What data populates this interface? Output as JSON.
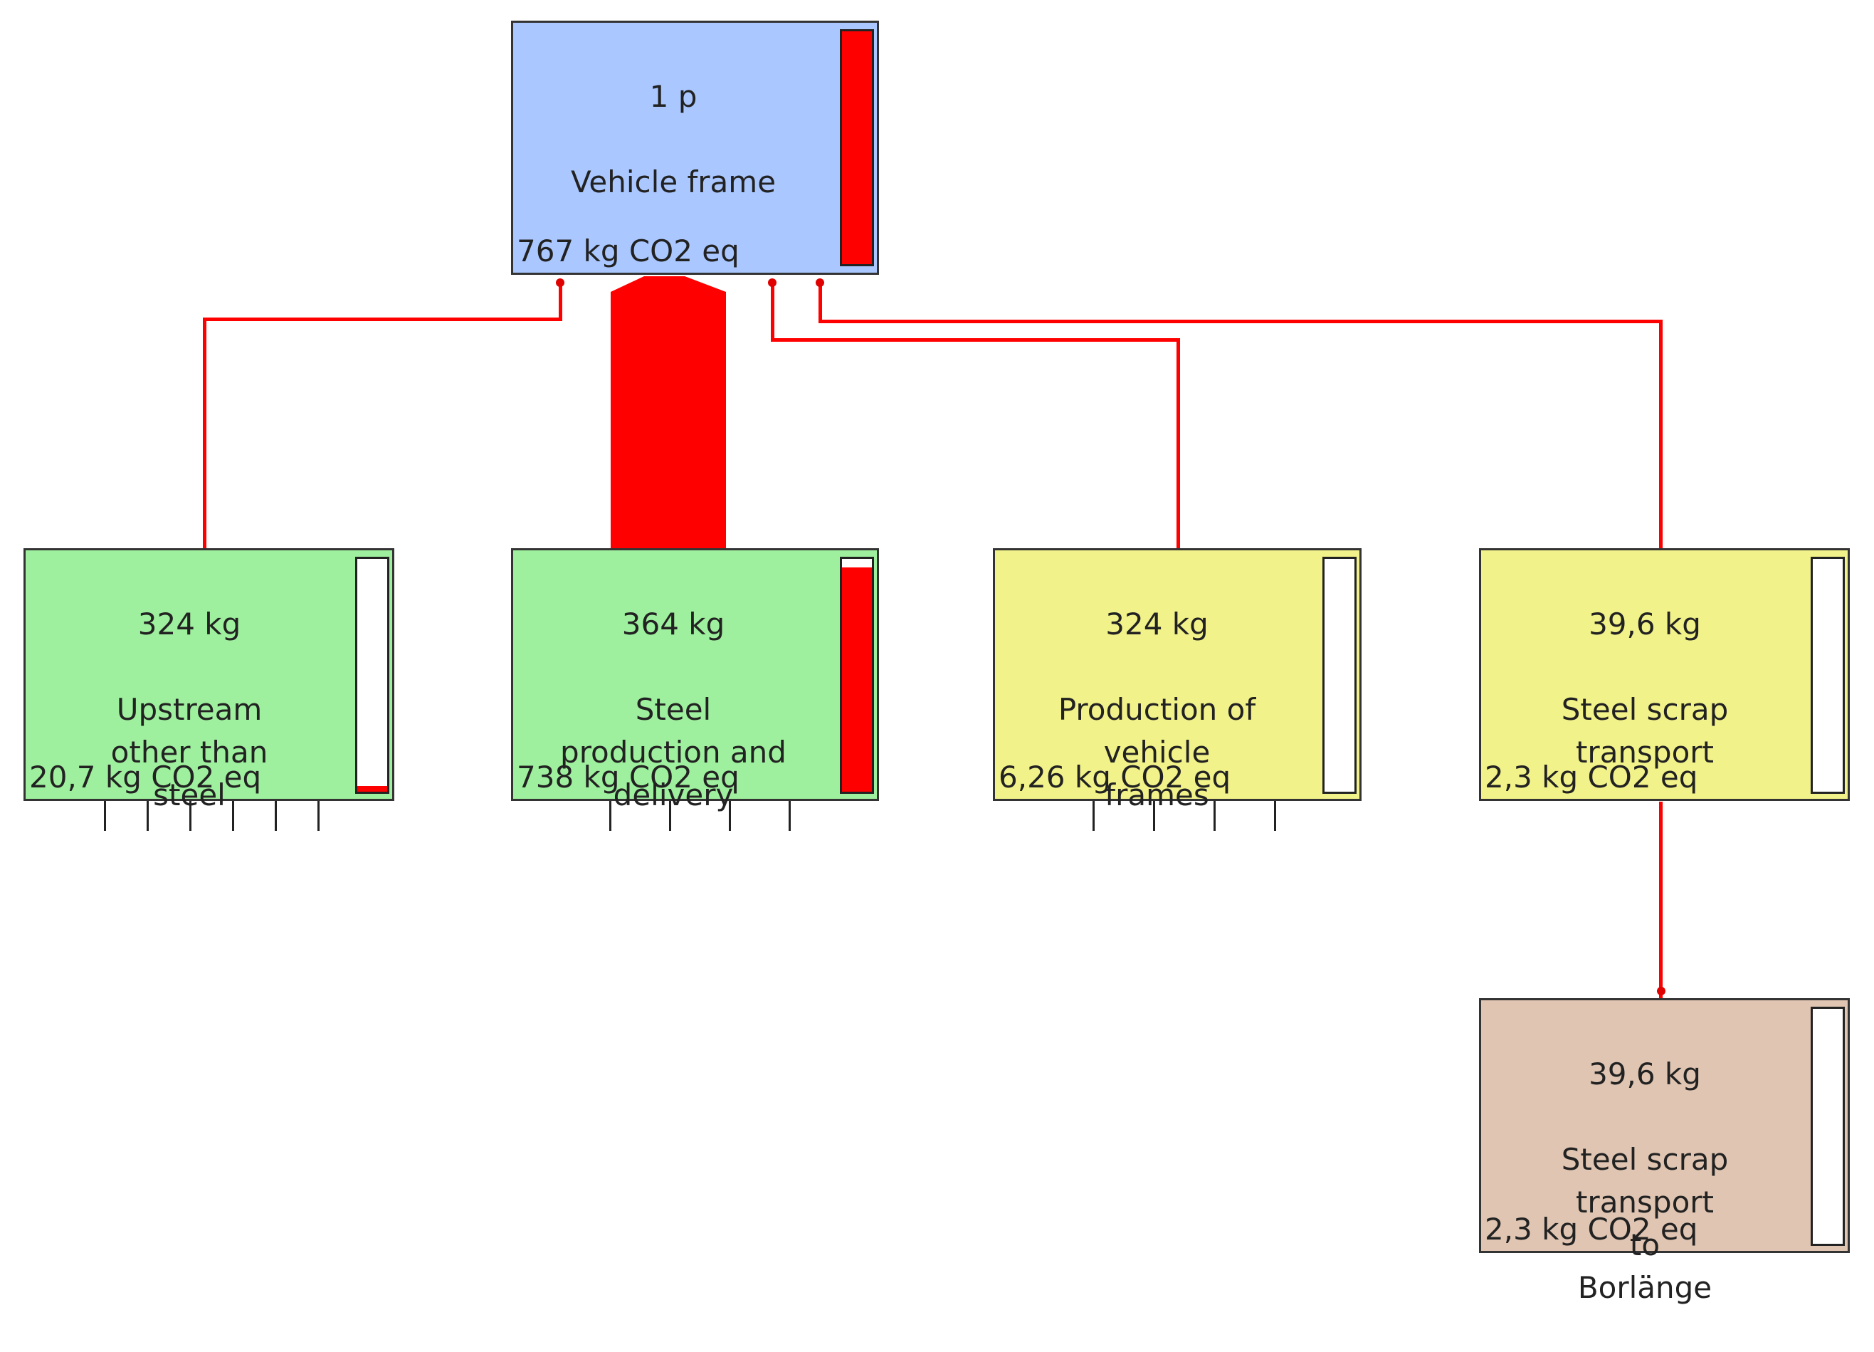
{
  "nodes": {
    "vehicle_frame": {
      "amount": "1 p",
      "name": "Vehicle frame",
      "impact": "767 kg CO2 eq",
      "bar_fill_fraction": 1.0,
      "color": "#aac8ff"
    },
    "upstream_other": {
      "amount": "324 kg",
      "name": "Upstream other than steel",
      "impact": "20,7 kg CO2 eq",
      "bar_fill_fraction": 0.027,
      "color": "#9ef09e"
    },
    "steel_production": {
      "amount": "364 kg",
      "name": "Steel production and delivery",
      "impact": "738 kg CO2 eq",
      "bar_fill_fraction": 0.962,
      "color": "#9ef09e"
    },
    "production_frames": {
      "amount": "324 kg",
      "name": "Production of vehicle frames",
      "impact": "6,26 kg CO2 eq",
      "bar_fill_fraction": 0.008,
      "color": "#f2f28a"
    },
    "steel_scrap_transport": {
      "amount": "39,6 kg",
      "name": "Steel scrap transport",
      "impact": "2,3 kg CO2 eq",
      "bar_fill_fraction": 0.003,
      "color": "#f2f28a"
    },
    "scrap_transport_borlange": {
      "amount": "39,6 kg",
      "name": "Steel scrap transport to Borlänge",
      "impact": "2,3 kg CO2 eq",
      "bar_fill_fraction": 0.003,
      "color": "#dfc5b2"
    }
  },
  "link_color": "#ff0000"
}
